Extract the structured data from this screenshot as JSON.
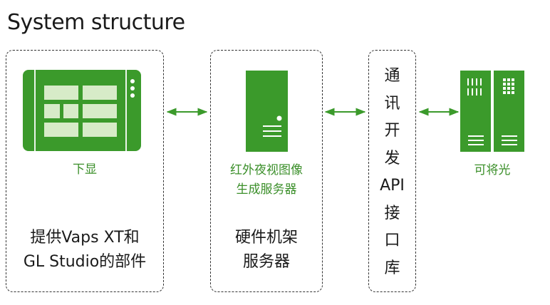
{
  "title": "System structure",
  "nodes": {
    "display": {
      "green_label": "下显",
      "desc_line1": "提供Vaps XT和",
      "desc_line2": "GL Studio的部件"
    },
    "server": {
      "green_label_line1": "红外夜视图像",
      "green_label_line2": "生成服务器",
      "desc_line1": "硬件机架",
      "desc_line2": "服务器"
    },
    "api": {
      "chars": [
        "通",
        "讯",
        "开",
        "发",
        "API",
        "接",
        "口",
        "库"
      ]
    },
    "light": {
      "green_label": "可将光"
    }
  },
  "colors": {
    "accent_green": "#3b9a2b",
    "label_green": "#3b8f2a",
    "panel_light": "#d7ebc8",
    "text": "#1a1a1a"
  },
  "icons": [
    "display-icon",
    "server-tower-icon",
    "rack-cabinet-icon",
    "double-arrow-icon"
  ]
}
